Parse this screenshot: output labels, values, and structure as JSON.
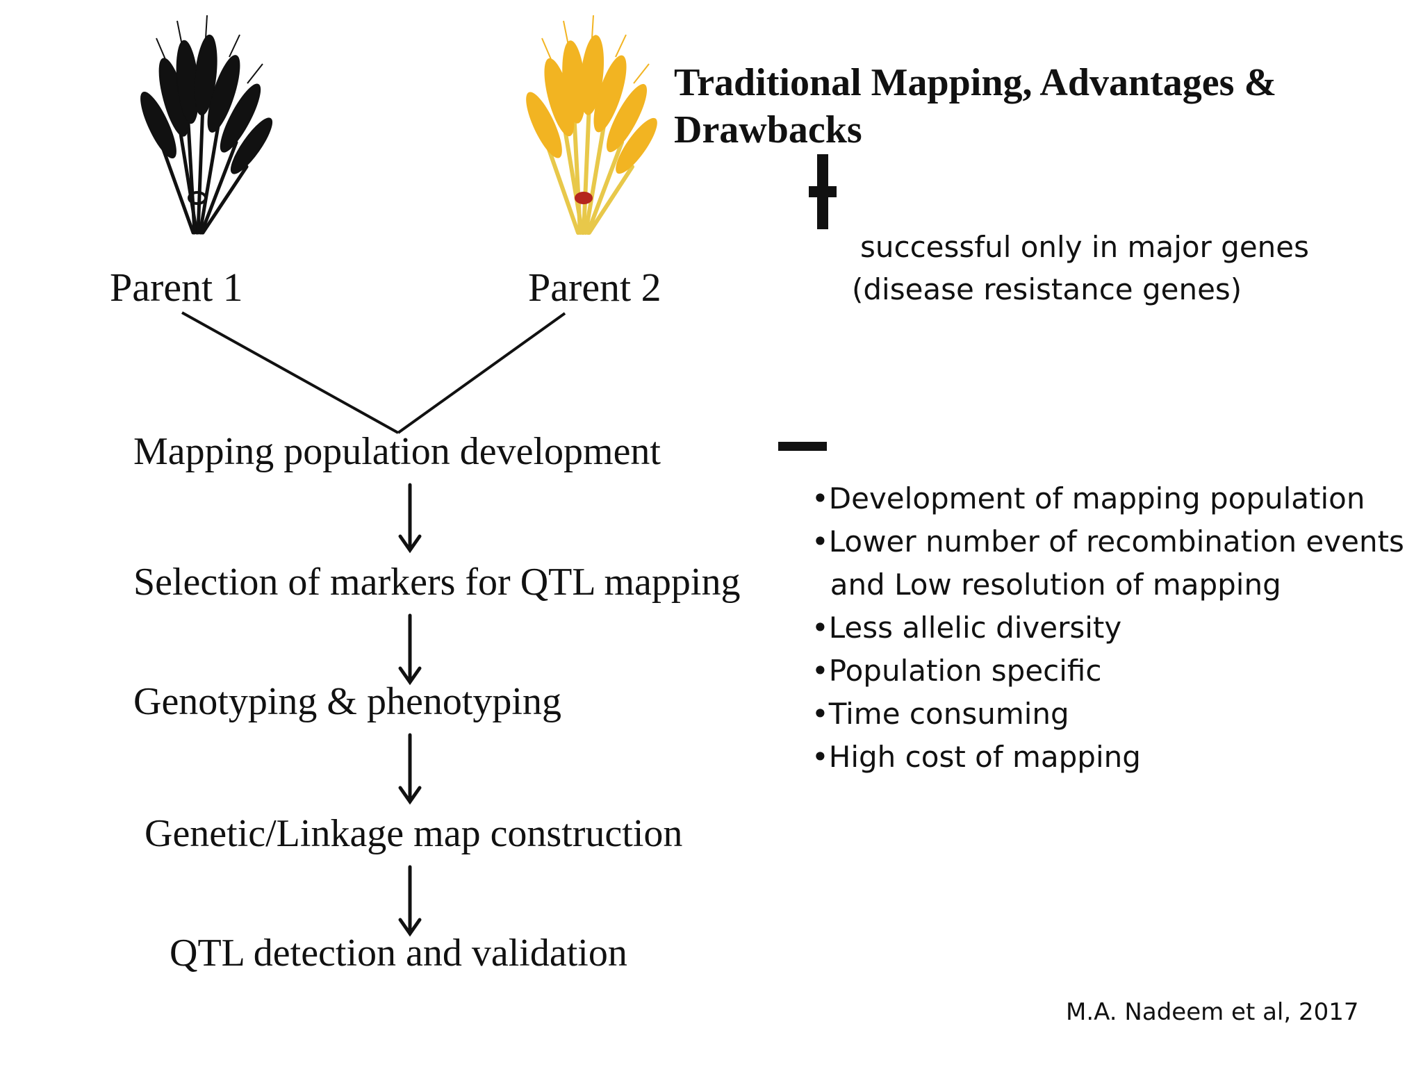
{
  "title": "Traditional Mapping, Advantages & Drawbacks",
  "parents": [
    "Parent 1",
    "Parent 2"
  ],
  "steps": [
    "Mapping population development",
    "Selection of markers for QTL mapping",
    "Genotyping & phenotyping",
    "Genetic/Linkage map construction",
    "QTL detection and validation"
  ],
  "advantages": {
    "symbol": "+",
    "lines": [
      "successful only in major genes",
      "(disease resistance genes)"
    ]
  },
  "drawbacks": {
    "symbol": "−",
    "items": [
      "•Development of mapping population",
      "•Lower number of recombination events",
      "  and Low resolution of mapping",
      "•Less allelic diversity",
      "•Population specific",
      "•Time consuming",
      "•High cost of mapping"
    ]
  },
  "citation": "M.A. Nadeem et al, 2017",
  "colors": {
    "parent1_wheat": "#111111",
    "parent2_wheat": "#f2b422",
    "parent2_stem": "#e8c84a",
    "parent2_tie": "#b5261e"
  }
}
